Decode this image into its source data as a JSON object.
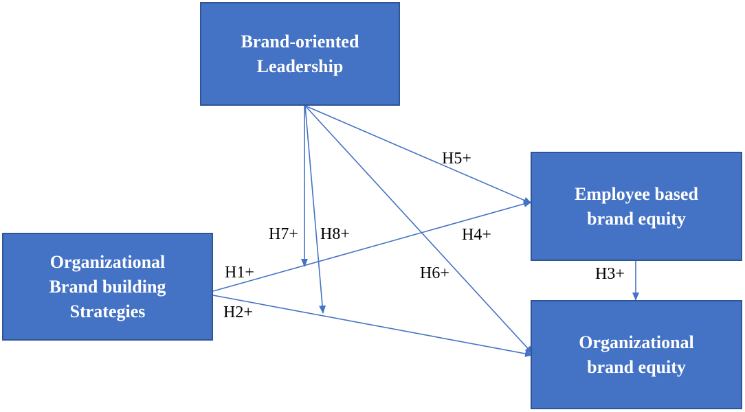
{
  "nodes": {
    "bol": "Brand-oriented\nLeadership",
    "obbs": "Organizational\nBrand building\nStrategies",
    "ebbe": "Employee based\nbrand equity",
    "obe": "Organizational\nbrand equity"
  },
  "hypotheses": {
    "h1": "H1+",
    "h2": "H2+",
    "h3": "H3+",
    "h4": "H4+",
    "h5": "H5+",
    "h6": "H6+",
    "h7": "H7+",
    "h8": "H8+"
  },
  "colors": {
    "box_fill": "#4472c4",
    "box_border": "#2f5597",
    "arrow": "#4472c4",
    "text_on_box": "#ffffff"
  }
}
